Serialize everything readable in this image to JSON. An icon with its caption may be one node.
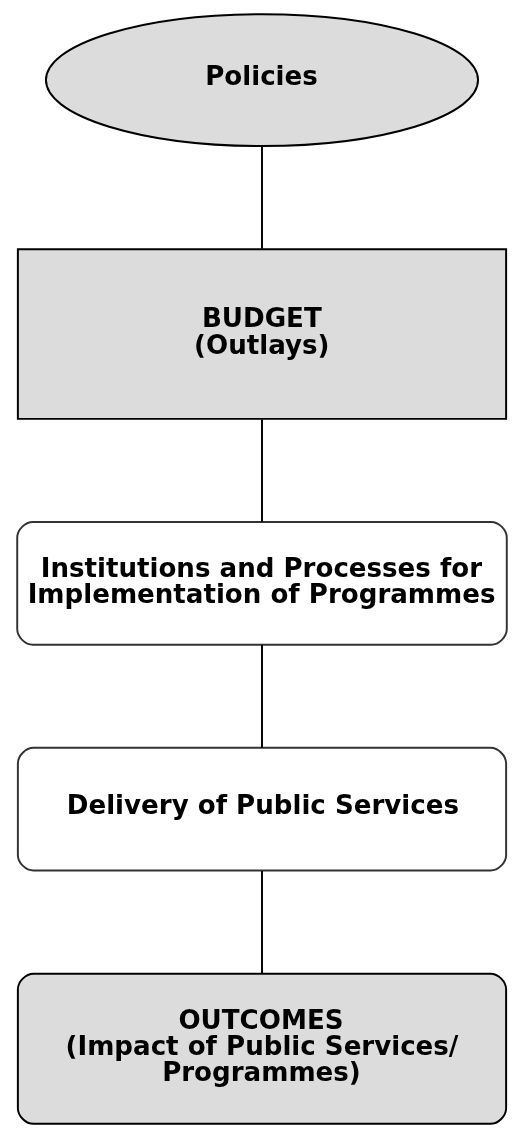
{
  "diagram": {
    "nodes": [
      {
        "text": [
          "Policies"
        ]
      },
      {
        "text": [
          "BUDGET",
          "(Outlays)"
        ]
      },
      {
        "text": [
          "Institutions and Processes for Implementation of Programmes"
        ]
      },
      {
        "text": [
          "Delivery of Public Services"
        ]
      },
      {
        "text": [
          "OUTCOMES",
          "(Impact of Public Services/ Programmes)"
        ]
      }
    ],
    "edges": [
      {
        "from": 0,
        "to": 1,
        "arrow": "none"
      },
      {
        "from": 1,
        "to": 2,
        "arrow": "none"
      },
      {
        "from": 2,
        "to": 3,
        "arrow": "none"
      },
      {
        "from": 3,
        "to": 4,
        "arrow": "none"
      }
    ]
  }
}
